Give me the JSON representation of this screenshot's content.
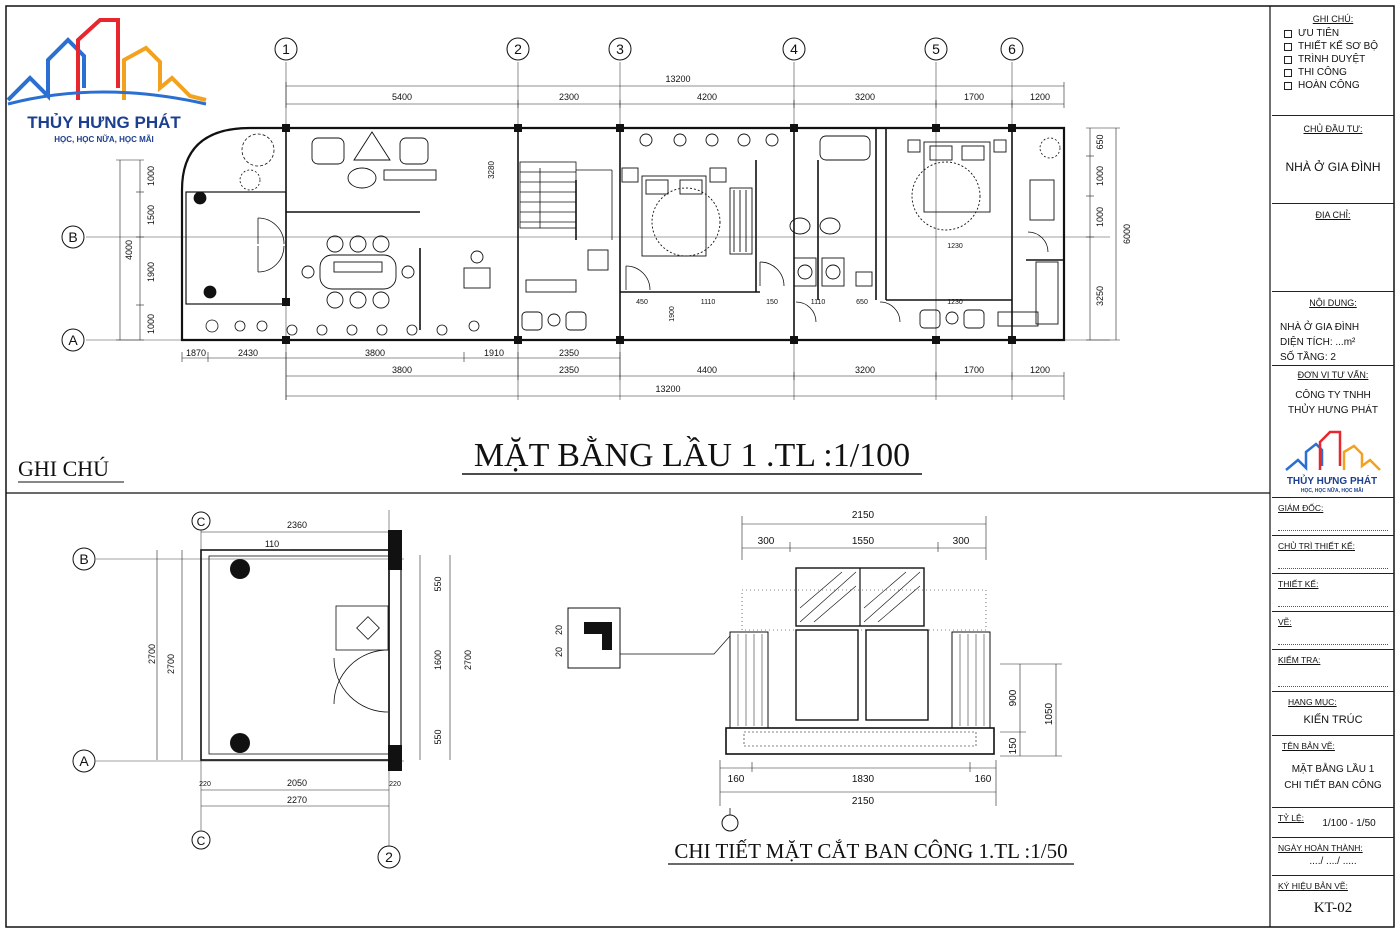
{
  "logo": {
    "name": "THỦY HƯNG PHÁT",
    "slogan": "HỌC, HỌC NỮA, HỌC MÃI",
    "colors": {
      "red": "#e8262d",
      "blue": "#2a6fd1",
      "orange": "#f2a21e",
      "navy": "#1c3f8f"
    }
  },
  "plan": {
    "title": "MẶT BẰNG LẦU 1 .TL :1/100",
    "notes_heading": "GHI CHÚ",
    "axes_top": [
      "1",
      "2",
      "3",
      "4",
      "5",
      "6"
    ],
    "axes_side": [
      "B",
      "A"
    ],
    "dims_top_total": "13200",
    "dims_top": [
      "5400",
      "2300",
      "4200",
      "3200",
      "1700",
      "1200"
    ],
    "dims_bottom_1": [
      "1870",
      "2430",
      "3800",
      "1910",
      "2350"
    ],
    "dims_bottom_2": [
      "3800",
      "2350",
      "4400",
      "3200",
      "1700",
      "1200"
    ],
    "dims_bottom_total": "13200",
    "dims_left": [
      "1000",
      "1500",
      "1900",
      "1000"
    ],
    "dims_left_total": "4000",
    "dims_right": [
      "650",
      "1000",
      "1000",
      "3250"
    ],
    "dims_right_total": "6000",
    "inner_dims": [
      "3280",
      "1110",
      "150",
      "1110",
      "650",
      "1230",
      "1230",
      "1900",
      "450"
    ]
  },
  "detail_left": {
    "axes": [
      "C",
      "B",
      "A",
      "C",
      "2"
    ],
    "dims": [
      "2360",
      "110",
      "550",
      "1600",
      "550",
      "2700",
      "2700",
      "2700",
      "220",
      "2050",
      "220",
      "2270"
    ]
  },
  "detail_right": {
    "title": "CHI TIẾT MẶT CẮT BAN CÔNG 1.TL :1/50",
    "dims_top": [
      "2150",
      "300",
      "1550",
      "300"
    ],
    "dims_bottom": [
      "160",
      "1830",
      "160",
      "2150"
    ],
    "dims_side": [
      "900",
      "150",
      "1050"
    ],
    "detail_dims": [
      "20",
      "20"
    ]
  },
  "title_block": {
    "notes": {
      "label": "GHI CHÚ:",
      "items": [
        "ƯU TIÊN",
        "THIẾT KẾ SƠ BỘ",
        "TRÌNH DUYỆT",
        "THI CÔNG",
        "HOÀN CÔNG"
      ]
    },
    "owner_label": "CHỦ ĐẦU TƯ:",
    "owner": "NHÀ Ở GIA ĐÌNH",
    "address_label": "ĐỊA CHỈ:",
    "content_label": "NỘI DUNG:",
    "content": [
      "NHÀ Ở GIA ĐÌNH",
      "DIỆN TÍCH: ...m²",
      "SỐ TẦNG: 2"
    ],
    "consultant_label": "ĐƠN VỊ TƯ VẤN:",
    "consultant": [
      "CÔNG TY TNHH",
      "THỦY HƯNG PHÁT"
    ],
    "director_label": "GIÁM ĐỐC:",
    "chief_label": "CHỦ TRÌ THIẾT KẾ:",
    "design_label": "THIẾT KẾ:",
    "draw_label": "VẼ:",
    "check_label": "KIỂM TRA:",
    "category_label": "HẠNG MỤC:",
    "category": "KIẾN TRÚC",
    "drawing_name_label": "TÊN BẢN VẼ:",
    "drawing_name": [
      "MẶT BẰNG LẦU 1",
      "CHI TIẾT BAN CÔNG"
    ],
    "scale_label": "TỶ LỆ:",
    "scale": "1/100 - 1/50",
    "date_label": "NGÀY HOÀN THÀNH:",
    "date": "..../ ..../ .....",
    "code_label": "KÝ HIỆU BẢN VẼ:",
    "code": "KT-02"
  }
}
